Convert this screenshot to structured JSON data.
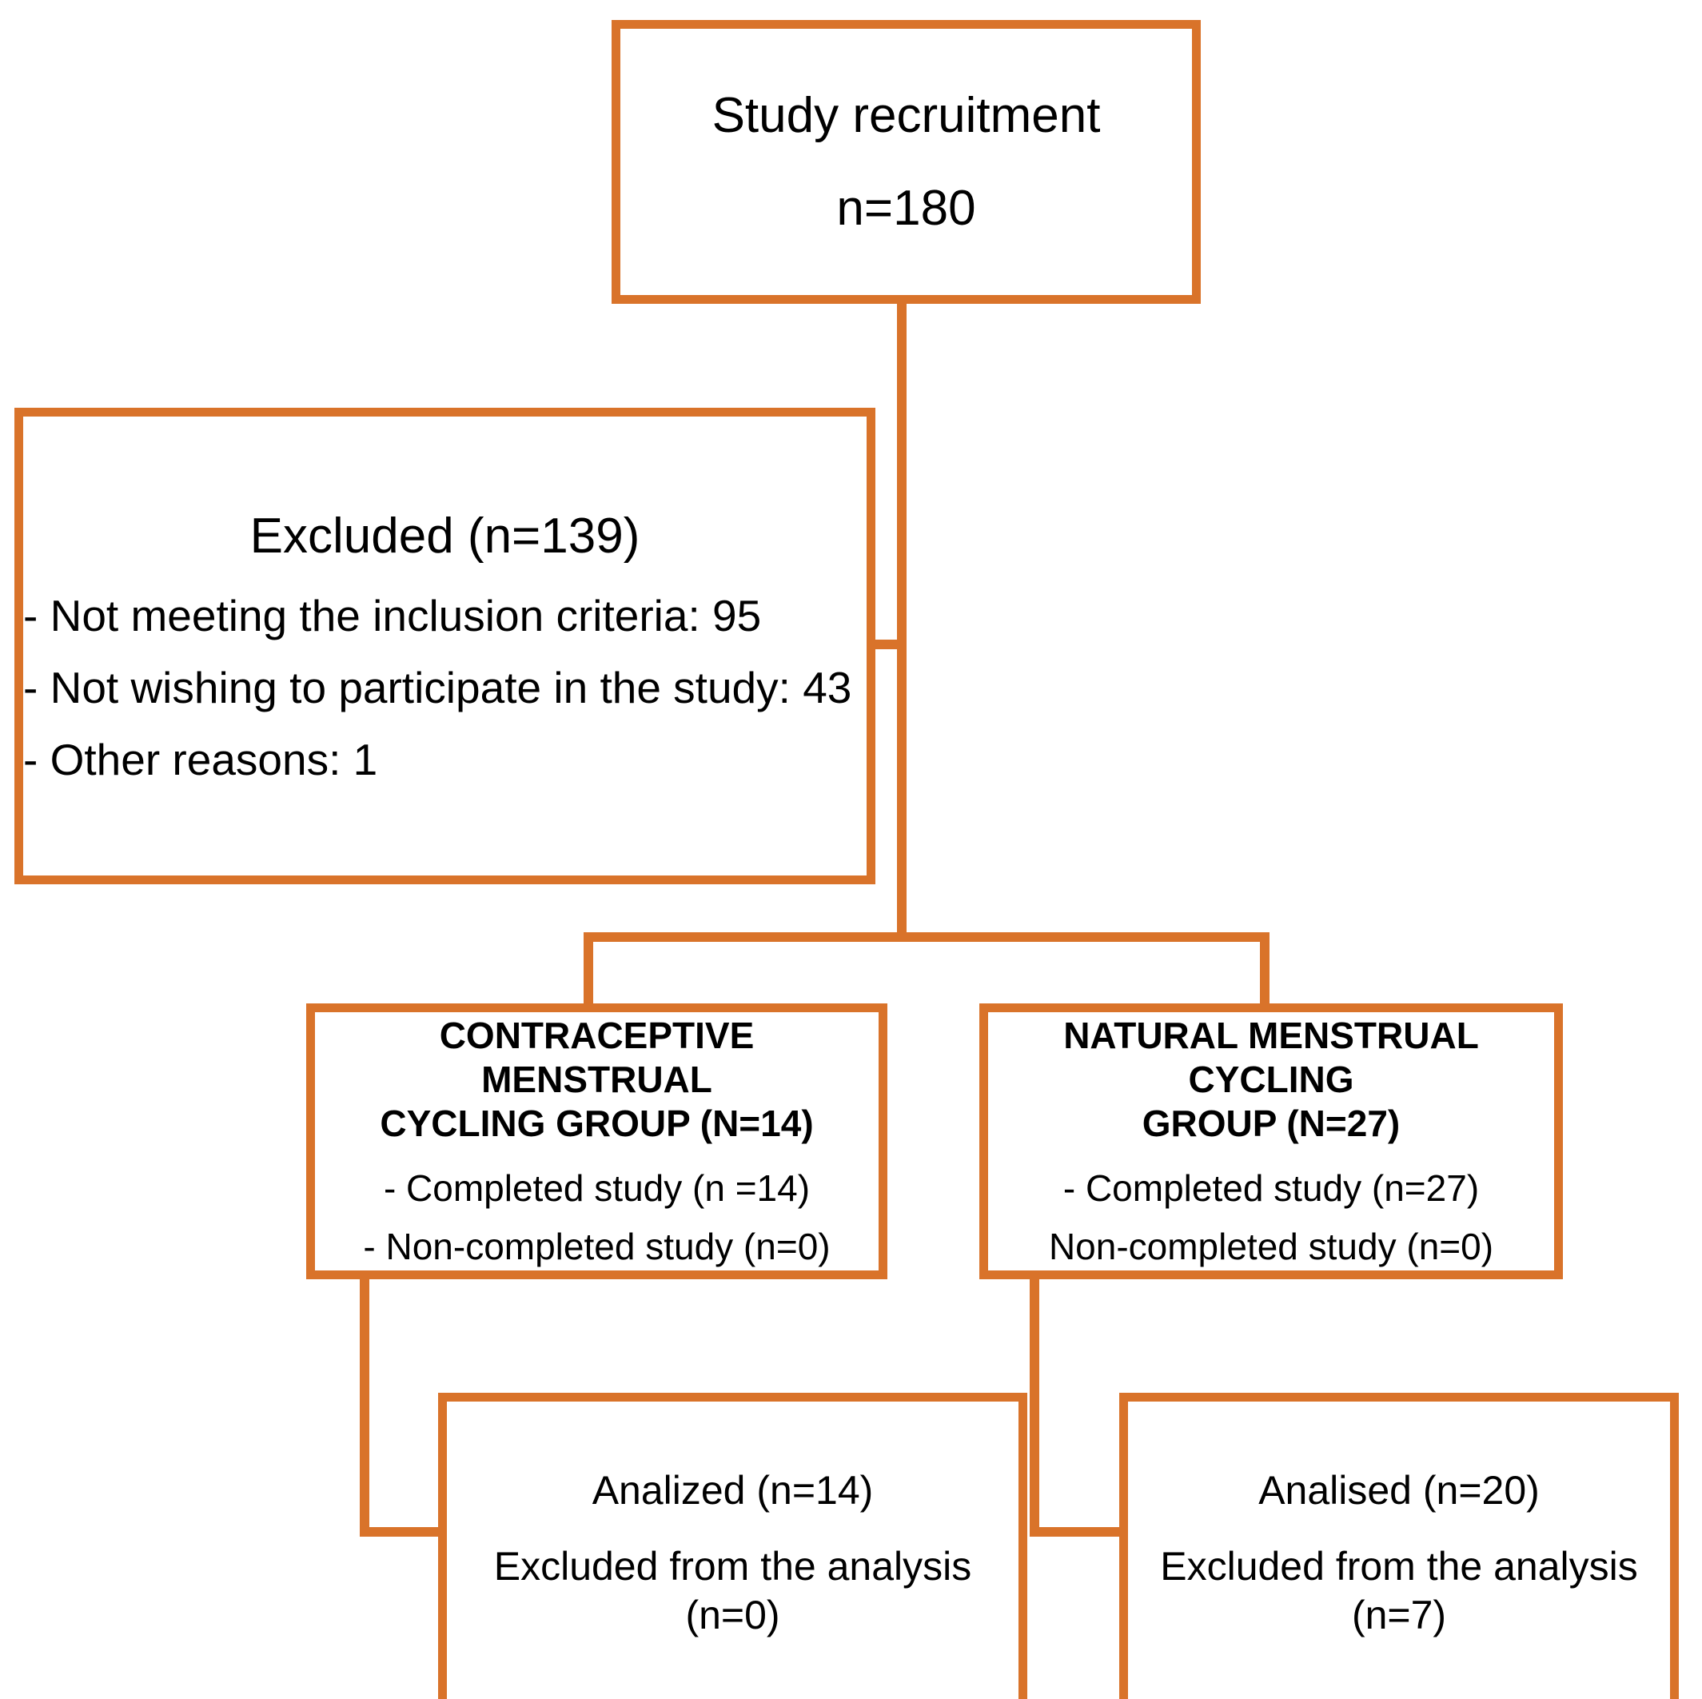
{
  "colors": {
    "accent": "#d9732a",
    "text": "#000000",
    "background": "#ffffff"
  },
  "diagram": {
    "type": "consort-flow-diagram",
    "recruitment": {
      "title": "Study recruitment",
      "count": "n=180"
    },
    "excluded": {
      "title": "Excluded (n=139)",
      "reasons": [
        "- Not meeting the inclusion criteria: 95",
        "- Not wishing to participate in the study: 43",
        "- Other reasons: 1"
      ]
    },
    "groups": [
      {
        "title_line1": "CONTRACEPTIVE MENSTRUAL",
        "title_line2": "CYCLING GROUP (N=14)",
        "completed": "- Completed study (n =14)",
        "non_completed": "- Non-completed study (n=0)"
      },
      {
        "title_line1": "NATURAL MENSTRUAL CYCLING",
        "title_line2": "GROUP (N=27)",
        "completed": "- Completed study (n=27)",
        "non_completed": "Non-completed study (n=0)"
      }
    ],
    "analysis": [
      {
        "analyzed": "Analized (n=14)",
        "excluded": "Excluded from the analysis (n=0)"
      },
      {
        "analyzed": "Analised (n=20)",
        "excluded": "Excluded from the analysis (n=7)"
      }
    ]
  }
}
